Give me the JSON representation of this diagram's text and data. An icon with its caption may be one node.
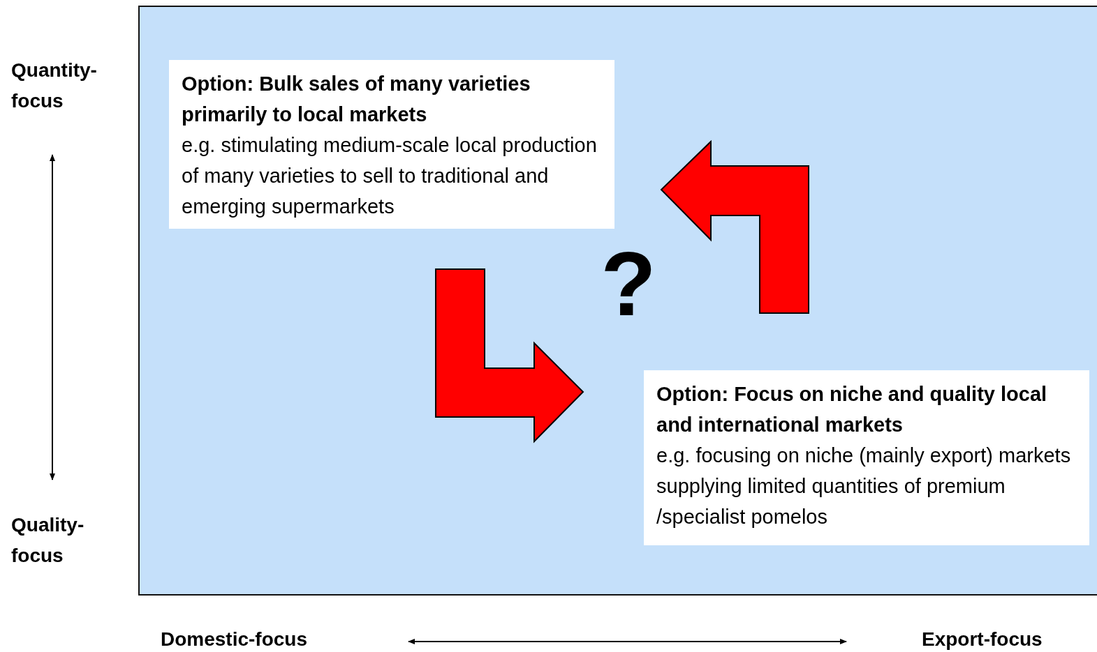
{
  "diagram": {
    "nodes": [
      {
        "text": [],
        "shape": "box"
      },
      {
        "text": [
          "Option: Bulk sales of many varieties primarily to local markets",
          "e.g. stimulating medium-scale local production of many varieties to sell to traditional and emerging supermarkets"
        ],
        "in": 0
      },
      {
        "text": [
          "Option: Focus on niche and quality local and international markets",
          "e.g. focusing on niche (mainly export) markets supplying limited quantities of premium /specialist pomelos"
        ],
        "in": 0
      }
    ],
    "edges": [
      {
        "from": 1,
        "to": 2,
        "arrow": "to",
        "style": "thick",
        "color": "#ff0000"
      },
      {
        "from": 2,
        "to": 1,
        "arrow": "to",
        "style": "thick",
        "color": "#ff0000"
      }
    ],
    "labels": [
      "Quantity-focus",
      "?",
      "Quality-focus",
      "Domestic-focus",
      "Export-focus"
    ]
  }
}
